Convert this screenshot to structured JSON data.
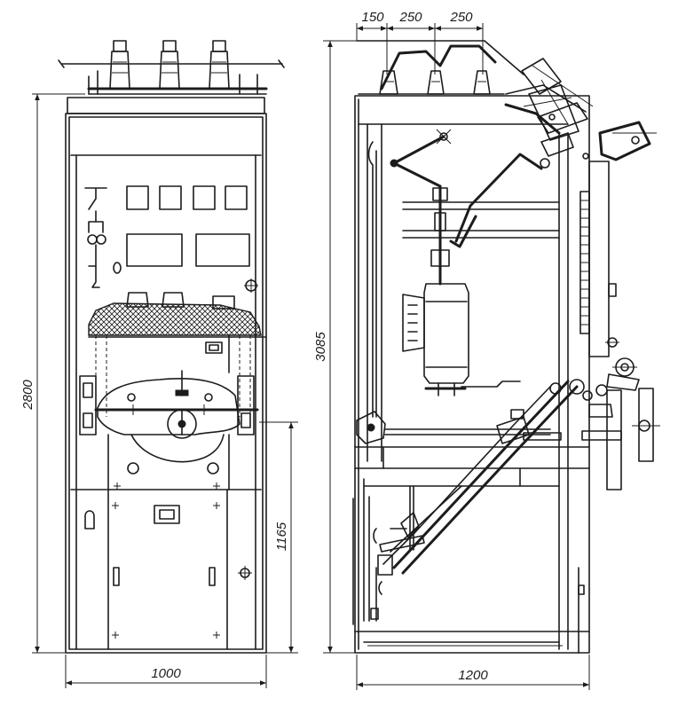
{
  "dimensions": {
    "front_width": "1000",
    "front_height": "2800",
    "front_lower_height": "1165",
    "side_depth": "1200",
    "side_height": "3085",
    "top_offset_1": "150",
    "top_offset_2": "250",
    "top_offset_3": "250"
  }
}
